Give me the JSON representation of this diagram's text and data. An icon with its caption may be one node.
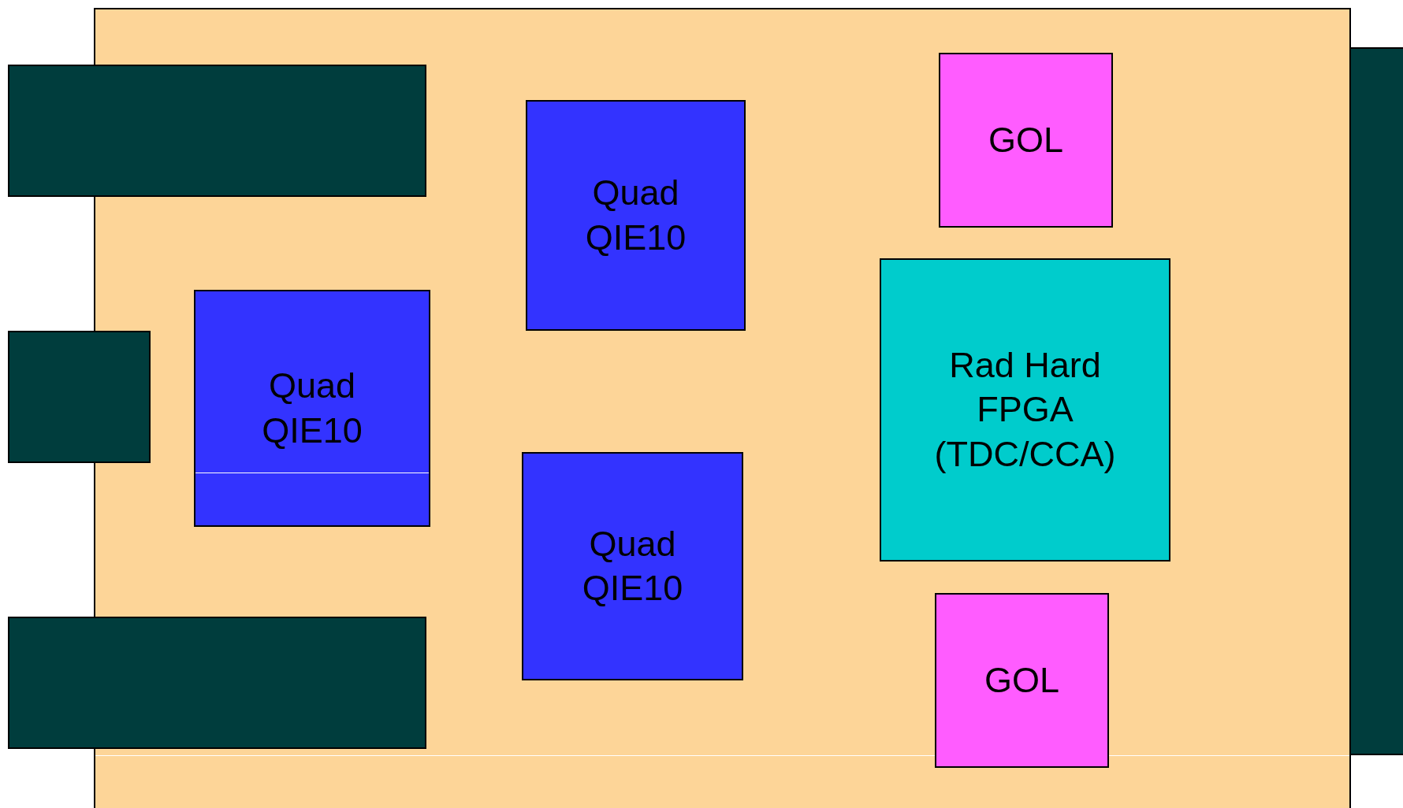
{
  "diagram": {
    "nodes": [
      {
        "text": [],
        "shape": "box"
      },
      {
        "text": [],
        "shape": "box"
      },
      {
        "text": [
          "GOL"
        ],
        "in": 0
      },
      {
        "text": [
          "Quad QIE10"
        ],
        "in": 0
      },
      {
        "text": [
          "Quad QIE10"
        ],
        "in": 0
      },
      {
        "text": [
          "Rad Hard FPGA (TDC/CCA)"
        ],
        "in": 0
      },
      {
        "text": [],
        "shape": "box"
      },
      {
        "text": [
          "Quad QIE10"
        ],
        "in": 0
      },
      {
        "text": [
          "GOL"
        ],
        "in": 0
      },
      {
        "text": [],
        "shape": "box"
      },
      {
        "text": [],
        "shape": "box"
      }
    ]
  }
}
